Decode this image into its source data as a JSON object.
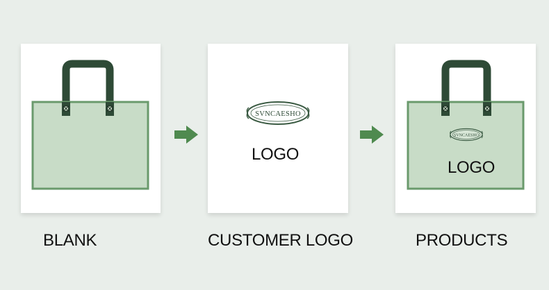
{
  "steps": [
    {
      "caption": "BLANK"
    },
    {
      "caption": "CUSTOMER LOGO",
      "logo_text": "LOGO"
    },
    {
      "caption": "PRODUCTS",
      "logo_text": "LOGO"
    }
  ],
  "brand_mark": "SVNCAESHO",
  "colors": {
    "background": "#e9eeea",
    "bag_fill": "#c8dcc7",
    "bag_border": "#6a9a6c",
    "handle": "#2e4a36",
    "arrow": "#4f8a4f"
  },
  "icons": [
    "arrow-right-icon",
    "bag-handle-icon",
    "brand-emblem-icon"
  ]
}
